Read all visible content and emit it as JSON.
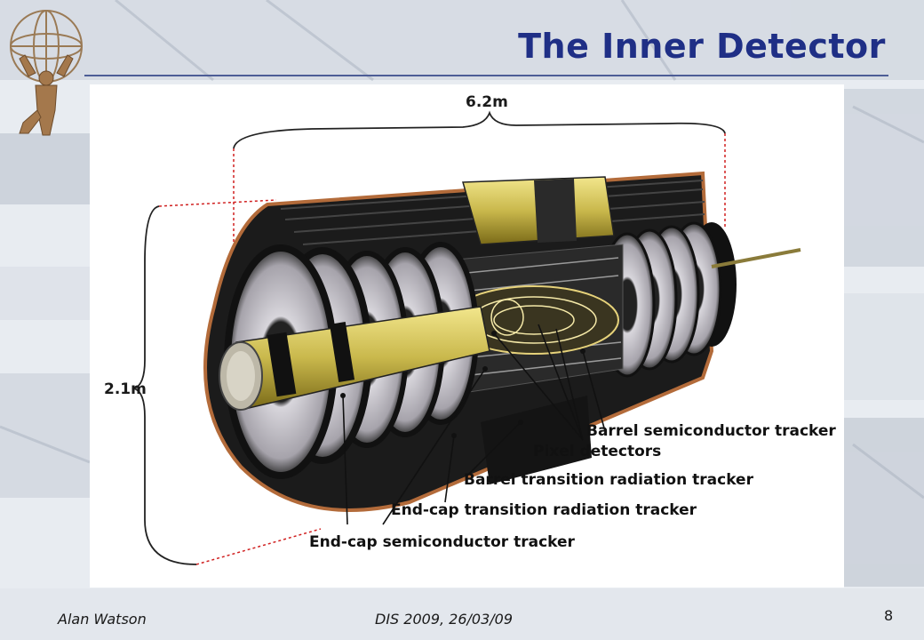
{
  "slide": {
    "title": "The Inner Detector",
    "author": "Alan Watson",
    "event": "DIS 2009, 26/03/09",
    "page_number": "8"
  },
  "diagram": {
    "length_label": "6.2m",
    "diameter_label": "2.1m",
    "callouts": [
      "Barrel semiconductor tracker",
      "Pixel detectors",
      "Barrel transition radiation tracker",
      "End-cap transition radiation tracker",
      "End-cap semiconductor tracker"
    ]
  },
  "colors": {
    "title": "#1f2f86",
    "detector_gold": "#c9b84c",
    "copper": "#b36b3a",
    "dim_line_red": "#d02020"
  },
  "icons": {
    "logo": "atlas-logo-icon"
  }
}
